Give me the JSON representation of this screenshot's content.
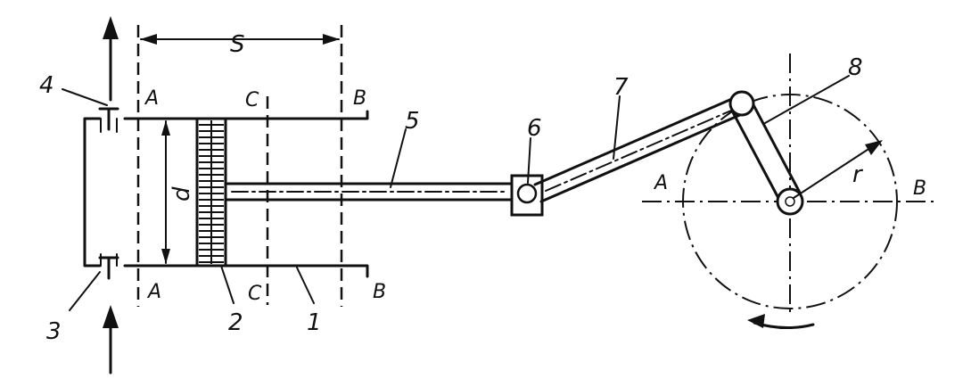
{
  "labels": {
    "stroke": "S",
    "diameter": "d",
    "radius": "r",
    "section_a_top": "A",
    "section_a_bottom": "A",
    "section_c_top": "C",
    "section_c_bottom": "C",
    "section_b_top": "B",
    "section_b_bottom": "B",
    "crank_a": "A",
    "crank_b": "B",
    "part_1": "1",
    "part_2": "2",
    "part_3": "3",
    "part_4": "4",
    "part_5": "5",
    "part_6": "6",
    "part_7": "7",
    "part_8": "8"
  }
}
